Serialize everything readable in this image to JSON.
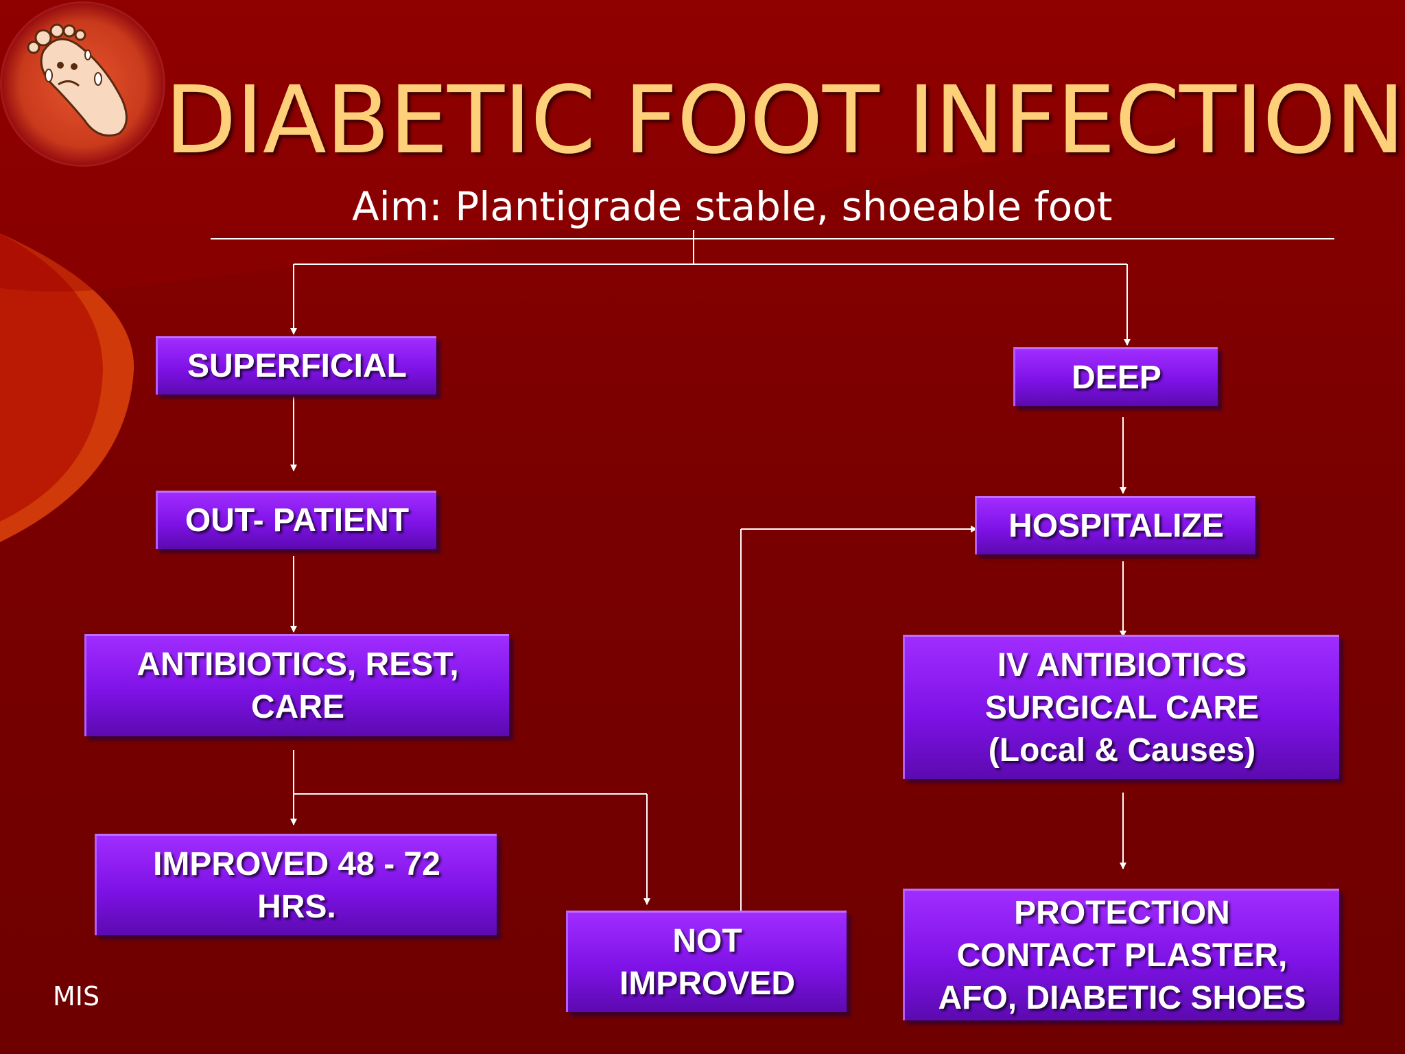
{
  "slide": {
    "title": "DIABETIC FOOT INFECTION",
    "subtitle": "Aim: Plantigrade stable, shoeable foot",
    "footer": "MIS",
    "logo_icon": "diabetic-foot-icon"
  },
  "nodes": {
    "superficial": "SUPERFICIAL",
    "out_patient": "OUT- PATIENT",
    "antibiotics_rest_care": "ANTIBIOTICS, REST,\nCARE",
    "improved": "IMPROVED 48 - 72\nHRS.",
    "not_improved": "NOT\nIMPROVED",
    "deep": "DEEP",
    "hospitalize": "HOSPITALIZE",
    "iv_antibiotics": "IV ANTIBIOTICS\nSURGICAL CARE\n(Local & Causes)",
    "protection": "PROTECTION\nCONTACT PLASTER,\nAFO, DIABETIC SHOES"
  },
  "colors": {
    "background": "#7a0000",
    "title": "#ffd07a",
    "box": "#8a1aee",
    "connector": "#ffffff"
  }
}
